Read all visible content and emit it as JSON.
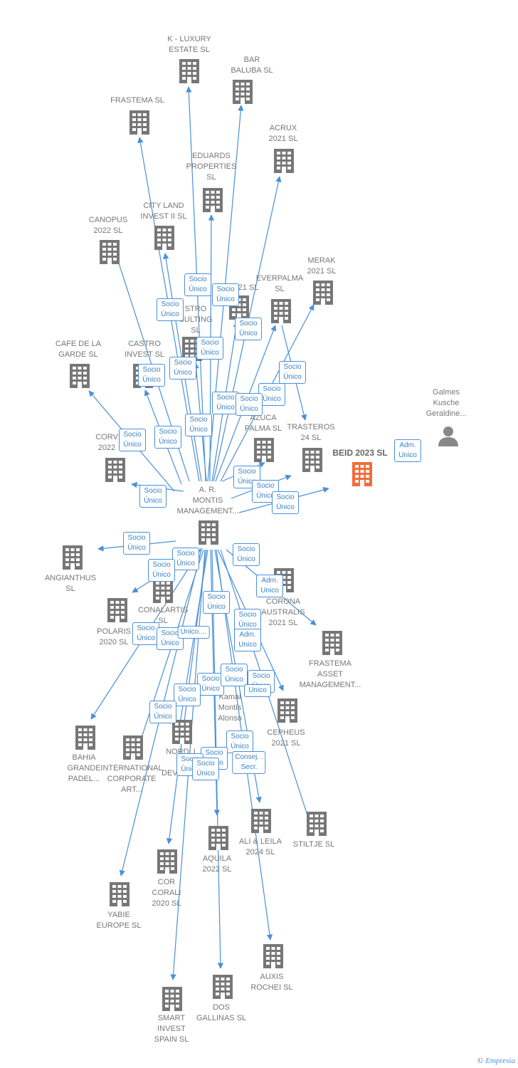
{
  "colors": {
    "edge": "#4a90d9",
    "building": "#777777",
    "highlight": "#f26c3a",
    "person": "#888888"
  },
  "footer": {
    "copyright": "©",
    "brand": "Empresia"
  },
  "nodes": [
    {
      "id": "k-luxury",
      "label": "K -  LUXURY\nESTATE  SL",
      "kind": "building"
    },
    {
      "id": "bar-baluba",
      "label": "BAR\nBALUBA  SL",
      "kind": "building"
    },
    {
      "id": "frastema",
      "label": "FRASTEMA  SL",
      "kind": "building"
    },
    {
      "id": "acrux",
      "label": "ACRUX\n2021  SL",
      "kind": "building"
    },
    {
      "id": "eduards",
      "label": "EDUARDS\nPROPERTIES\nSL",
      "kind": "building"
    },
    {
      "id": "city-land",
      "label": "CITY LAND\nINVEST II  SL",
      "kind": "building"
    },
    {
      "id": "canopus",
      "label": "CANOPUS\n2022  SL",
      "kind": "building"
    },
    {
      "id": "merak",
      "label": "MERAK\n2021  SL",
      "kind": "building"
    },
    {
      "id": "everpalma",
      "label": "EVERPALMA\nSL",
      "kind": "building"
    },
    {
      "id": "x2021",
      "label": "21  SL",
      "kind": "building"
    },
    {
      "id": "castro-consulting",
      "label": "STRO\nSULTING\nSL",
      "kind": "building"
    },
    {
      "id": "cafe-garde",
      "label": "CAFE DE LA\nGARDE  SL",
      "kind": "building"
    },
    {
      "id": "castro-invest",
      "label": "CASTRO\nINVEST  SL",
      "kind": "building"
    },
    {
      "id": "galmes",
      "label": "Galmes\nKusche\nGeraldine...",
      "kind": "person"
    },
    {
      "id": "corvus",
      "label": "CORV\n2022",
      "kind": "building"
    },
    {
      "id": "azuca",
      "label": "AZUCA\nPALMA  SL",
      "kind": "building"
    },
    {
      "id": "trasteros",
      "label": "TRASTEROS\n24  SL",
      "kind": "building"
    },
    {
      "id": "beid",
      "label": "BEID 2023  SL",
      "kind": "main"
    },
    {
      "id": "montis",
      "label": "A. R.\nMONTIS\nMANAGEMENT...",
      "kind": "hub"
    },
    {
      "id": "angianthus",
      "label": "ANGIANTHUS\nSL",
      "kind": "building"
    },
    {
      "id": "conalartis",
      "label": "CONALARTIS\nSL",
      "kind": "building"
    },
    {
      "id": "corona",
      "label": "CORONA\nAUSTRALIS\n2021  SL",
      "kind": "building"
    },
    {
      "id": "polaris",
      "label": "POLARIS\n2020  SL",
      "kind": "building"
    },
    {
      "id": "frastema-am",
      "label": "FRASTEMA\nASSET\nMANAGEMENT...",
      "kind": "building"
    },
    {
      "id": "kamal",
      "label": "Kamal\nMontis\nAlonso",
      "kind": "text"
    },
    {
      "id": "cepheus",
      "label": "CEPHEUS\n2021  SL",
      "kind": "building"
    },
    {
      "id": "bahia",
      "label": "BAHIA\nGRANDE\nPADEL...",
      "kind": "building"
    },
    {
      "id": "intl",
      "label": "INTERNATIONAL\nCORPORATE\nART...",
      "kind": "building"
    },
    {
      "id": "nordlic",
      "label": "NORDLI\nPA\nDEVELO...",
      "kind": "building"
    },
    {
      "id": "ali-leila",
      "label": "ALI & LEILA\n2024  SL",
      "kind": "building"
    },
    {
      "id": "stiltje",
      "label": "STILTJE  SL",
      "kind": "building"
    },
    {
      "id": "aquila",
      "label": "AQUILA\n2022  SL",
      "kind": "building"
    },
    {
      "id": "cor-corali",
      "label": "COR\nCORALI\n2020  SL",
      "kind": "building"
    },
    {
      "id": "yabie",
      "label": "YABIE\nEUROPE  SL",
      "kind": "building"
    },
    {
      "id": "auxis",
      "label": "AUXIS\nROCHEI  SL",
      "kind": "building"
    },
    {
      "id": "dos-gallinas",
      "label": "DOS\nGALLINAS  SL",
      "kind": "building"
    },
    {
      "id": "smart-invest",
      "label": "SMART\nINVEST\nSPAIN  SL",
      "kind": "building"
    }
  ],
  "relations": [
    {
      "text": "Socio\nÚnico"
    },
    {
      "text": "Socio\nÚnico"
    },
    {
      "text": "Socio\nÚnico"
    },
    {
      "text": "Socio\nÚnico"
    },
    {
      "text": "Socio\nÚnico"
    },
    {
      "text": "Socio\nÚnico"
    },
    {
      "text": "Socio\nÚnico"
    },
    {
      "text": "Socio\nÚnico"
    },
    {
      "text": "Socio\nÚnico"
    },
    {
      "text": "Socio\nÚnico"
    },
    {
      "text": "Socio\nÚnico"
    },
    {
      "text": "Socio\nÚnico"
    },
    {
      "text": "Socio\nÚnico"
    },
    {
      "text": "Socio\nÚnico"
    },
    {
      "text": "Socio\nÚnico"
    },
    {
      "text": "Socio\nÚnico"
    },
    {
      "text": "Socio\nÚnico"
    },
    {
      "text": "Adm.\nUnico"
    },
    {
      "text": "Socio\nÚnico"
    },
    {
      "text": "Socio\nÚnico"
    },
    {
      "text": "Socio\nÚnico"
    },
    {
      "text": "Socio\nÚnico"
    },
    {
      "text": "Socio\nÚnico"
    },
    {
      "text": "Adm.\nUnico"
    },
    {
      "text": "Socio\nÚnico"
    },
    {
      "text": "Socio\nÚnico"
    },
    {
      "text": "Socio\nÚnico"
    },
    {
      "text": "Socio\nÚnico"
    },
    {
      "text": "Unico...."
    },
    {
      "text": "Adm.\nUnico"
    },
    {
      "text": "Socio\nÚnico"
    },
    {
      "text": "Socio\nÚnico"
    },
    {
      "text": "Socio\nÚnico"
    },
    {
      "text": "Socio\nÚnico"
    },
    {
      "text": "Socio\nÚnico"
    },
    {
      "text": "Unico"
    },
    {
      "text": "Socio\nÚnico"
    },
    {
      "text": "Socio\nÚnico"
    },
    {
      "text": "Socio\nÚnico"
    },
    {
      "text": "Consej. .\nSecr."
    },
    {
      "text": "Socio\nÚnico"
    }
  ]
}
